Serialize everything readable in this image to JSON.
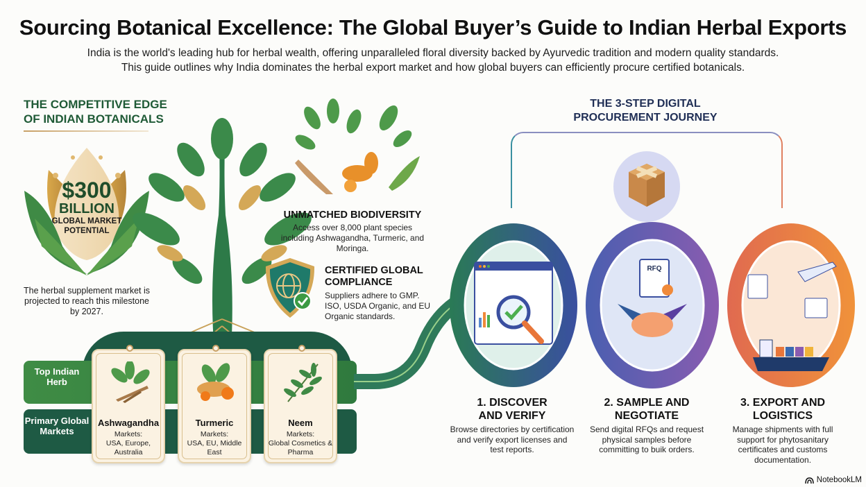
{
  "header": {
    "title": "Sourcing Botanical Excellence: The Global Buyer’s Guide to Indian Herbal Exports",
    "subtitle_line1": "India is the world's leading hub for herbal wealth, offering unparalleled floral diversity backed by Ayurvedic tradition and modern quality standards.",
    "subtitle_line2": "This guide outlines why India dominates the herbal export market and how global buyers can efficiently procure certified botanicals."
  },
  "left_section": {
    "heading_line1": "THE COMPETITIVE EDGE",
    "heading_line2": "OF INDIAN BOTANICALS",
    "badge": {
      "value": "$300",
      "unit": "BILLION",
      "label_line1": "GLOBAL MARKET",
      "label_line2": "POTENTIAL",
      "note": "The herbal supplement market is projected to reach this milestone by 2027."
    },
    "biodiversity": {
      "title": "UNMATCHED BIODIVERSITY",
      "text": "Access over 8,000 plant species including Ashwagandha, Turmeric, and Moringa."
    },
    "compliance": {
      "title_line1": "CERTIFIED GLOBAL",
      "title_line2": "COMPLIANCE",
      "text": "Suppliers adhere to GMP. ISO, USDA Organic, and EU Organic standards."
    },
    "rows": {
      "row1": "Top Indian Herb",
      "row2": "Primary Global Markets"
    },
    "herbs": [
      {
        "name": "Ashwagandha",
        "markets_label": "Markets:",
        "markets": "USA, Europe, Australia",
        "icon": "ashwagandha-root-icon"
      },
      {
        "name": "Turmeric",
        "markets_label": "Markets:",
        "markets": "USA, EU, Middle East",
        "icon": "turmeric-root-icon"
      },
      {
        "name": "Neem",
        "markets_label": "Markets:",
        "markets": "Global Cosmetics & Pharma",
        "icon": "neem-leaf-icon"
      }
    ]
  },
  "right_section": {
    "heading_line1": "THE 3-STEP DIGITAL",
    "heading_line2": "PROCUREMENT JOURNEY",
    "steps": [
      {
        "title_line1": "1. DISCOVER",
        "title_line2": "AND VERIFY",
        "text": "Browse directories by certification and verify export licenses and test reports.",
        "color": "#2f7a5a"
      },
      {
        "title_line1": "2. SAMPLE AND",
        "title_line2": "NEGOTIATE",
        "text": "Send digital RFQs and request physical samples before committing to buik orders.",
        "rfq_label": "RFQ",
        "color": "#6a5cb0"
      },
      {
        "title_line1": "3. EXPORT AND",
        "title_line2": "LOGISTICS",
        "text": "Manage shipments with full support for phytosanitary certificates and customs documentation.",
        "color": "#e8763a"
      }
    ]
  },
  "footer": {
    "brand": "NotebookLM"
  }
}
